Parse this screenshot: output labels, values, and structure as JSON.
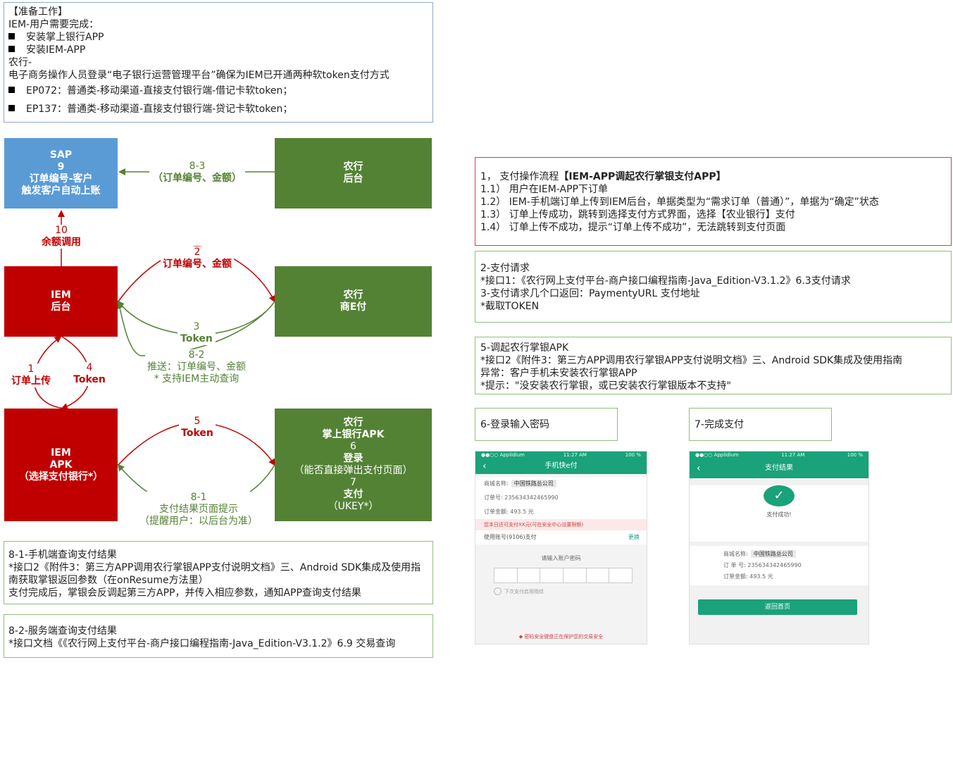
{
  "prep": {
    "lines": [
      "【准备工作】",
      "IEM-用户需要完成：",
      "安装掌上银行APP",
      "安装IEM-APP",
      "农行-",
      "电子商务操作人员登录“电子银行运营管理平台”确保为IEM已开通两种软token支付方式",
      "EP072：普通类-移动渠道-直接支付银行端-借记卡软token；",
      "EP137：普通类-移动渠道-直接支付银行端-贷记卡软token；"
    ]
  },
  "nodes": {
    "sap": [
      "SAP",
      "9",
      "订单编号-客户",
      "触发客户自动上账"
    ],
    "abc_backend": [
      "农行",
      "后台"
    ],
    "iem_backend": [
      "IEM",
      "后台"
    ],
    "abc_epay": [
      "农行",
      "商E付"
    ],
    "iem_apk": [
      "IEM",
      "APK",
      "（选择支付银行*）"
    ],
    "abc_mobile": [
      "农行",
      "掌上银行APK",
      "6",
      "登录",
      "（能否直接弹出支付页面）",
      "7",
      "支付",
      "（UKEY*）"
    ]
  },
  "labels": {
    "l83": [
      "8-3",
      "（订单编号、金额）"
    ],
    "l10": [
      "10",
      "余额调用"
    ],
    "l2": [
      "2",
      "订单编号、金额"
    ],
    "l3": [
      "3",
      "Token"
    ],
    "l82": [
      "8-2",
      "推送：订单编号、金额",
      "* 支持IEM主动查询"
    ],
    "l1": [
      "1",
      "订单上传"
    ],
    "l4": [
      "4",
      "Token"
    ],
    "l5": [
      "5",
      "Token"
    ],
    "l81": [
      "8-1",
      "支付结果页面提示",
      "（提醒用户：以后台为准）"
    ]
  },
  "box_81": {
    "lines": [
      "8-1-手机端查询支付结果",
      "*接口2《附件3：第三方APP调用农行掌银APP支付说明文档》三、Android SDK集成及使用指",
      "南获取掌银返回参数（在onResume方法里）",
      "支付完成后，掌银会反调起第三方APP，并传入相应参数，通知APP查询支付结果"
    ]
  },
  "box_82": {
    "lines": [
      "8-2-服务端查询支付结果",
      "*接口文档《《农行网上支付平台-商户接口编程指南-Java_Edition-V3.1.2》6.9 交易查询"
    ]
  },
  "flow": {
    "title_prefix": "1，  支付操作流程",
    "title_bold": "【IEM-APP调起农行掌银支付APP】",
    "lines": [
      "1.1）       用户在IEM-APP下订单",
      "1.2）       IEM-手机端订单上传到IEM后台，单据类型为“需求订单（普通）”，单据为“确定”状态",
      "1.3）       订单上传成功，跳转到选择支付方式界面，选择【农业银行】支付",
      "1.4）       订单上传不成功，提示“订单上传不成功”，无法跳转到支付页面"
    ]
  },
  "pay_request": {
    "lines": [
      "2-支付请求",
      "*接口1：《农行网上支付平台-商户接口编程指南-Java_Edition-V3.1.2》6.3支付请求",
      "3-支付请求几个口返回：PaymentyURL 支付地址",
      "*截取TOKEN"
    ]
  },
  "apk_call": {
    "lines": [
      "5-调起农行掌银APK",
      "*接口2《附件3：第三方APP调用农行掌银APP支付说明文档》三、Android SDK集成及使用指南",
      "异常：客户手机未安装农行掌银APP",
      "*提示：\"没安装农行掌银，或已安装农行掌银版本不支持\""
    ]
  },
  "step6_title": "6-登录输入密码",
  "step7_title": "7-完成支付",
  "phone1": {
    "carrier": "●●○○ Applidium",
    "time": "11:27 AM",
    "battery": "100 %",
    "title": "手机快e付",
    "merchant_label": "商城名称:",
    "merchant": "中国铁路总公司",
    "order_label": "订单号:",
    "order": "235634342465990",
    "amount_label": "订单金额:",
    "amount": "493.5 元",
    "warn": "您本日还可支付XX元(可在安全中心设置限额)",
    "account": "使用账号(9106)支付",
    "change": "更换",
    "pw_prompt": "请输入账户密码",
    "remember": "下次支付启用指纹",
    "secure": "密码安全键盘正在保护您的交易安全"
  },
  "phone2": {
    "carrier": "●●○○ Applidium",
    "time": "11:27 AM",
    "battery": "100 %",
    "title": "支付结果",
    "success": "支付成功!",
    "merchant_label": "商城名称:",
    "merchant": "中国铁路总公司",
    "order_label": "订 单 号:",
    "order": "235634342465990",
    "amount_label": "订单金额:",
    "amount": "493.5 元",
    "home_button": "返回首页"
  },
  "colors": {
    "blue": "#5b9bd5",
    "red": "#c00000",
    "green": "#548235",
    "teal": "#1aa27a"
  }
}
